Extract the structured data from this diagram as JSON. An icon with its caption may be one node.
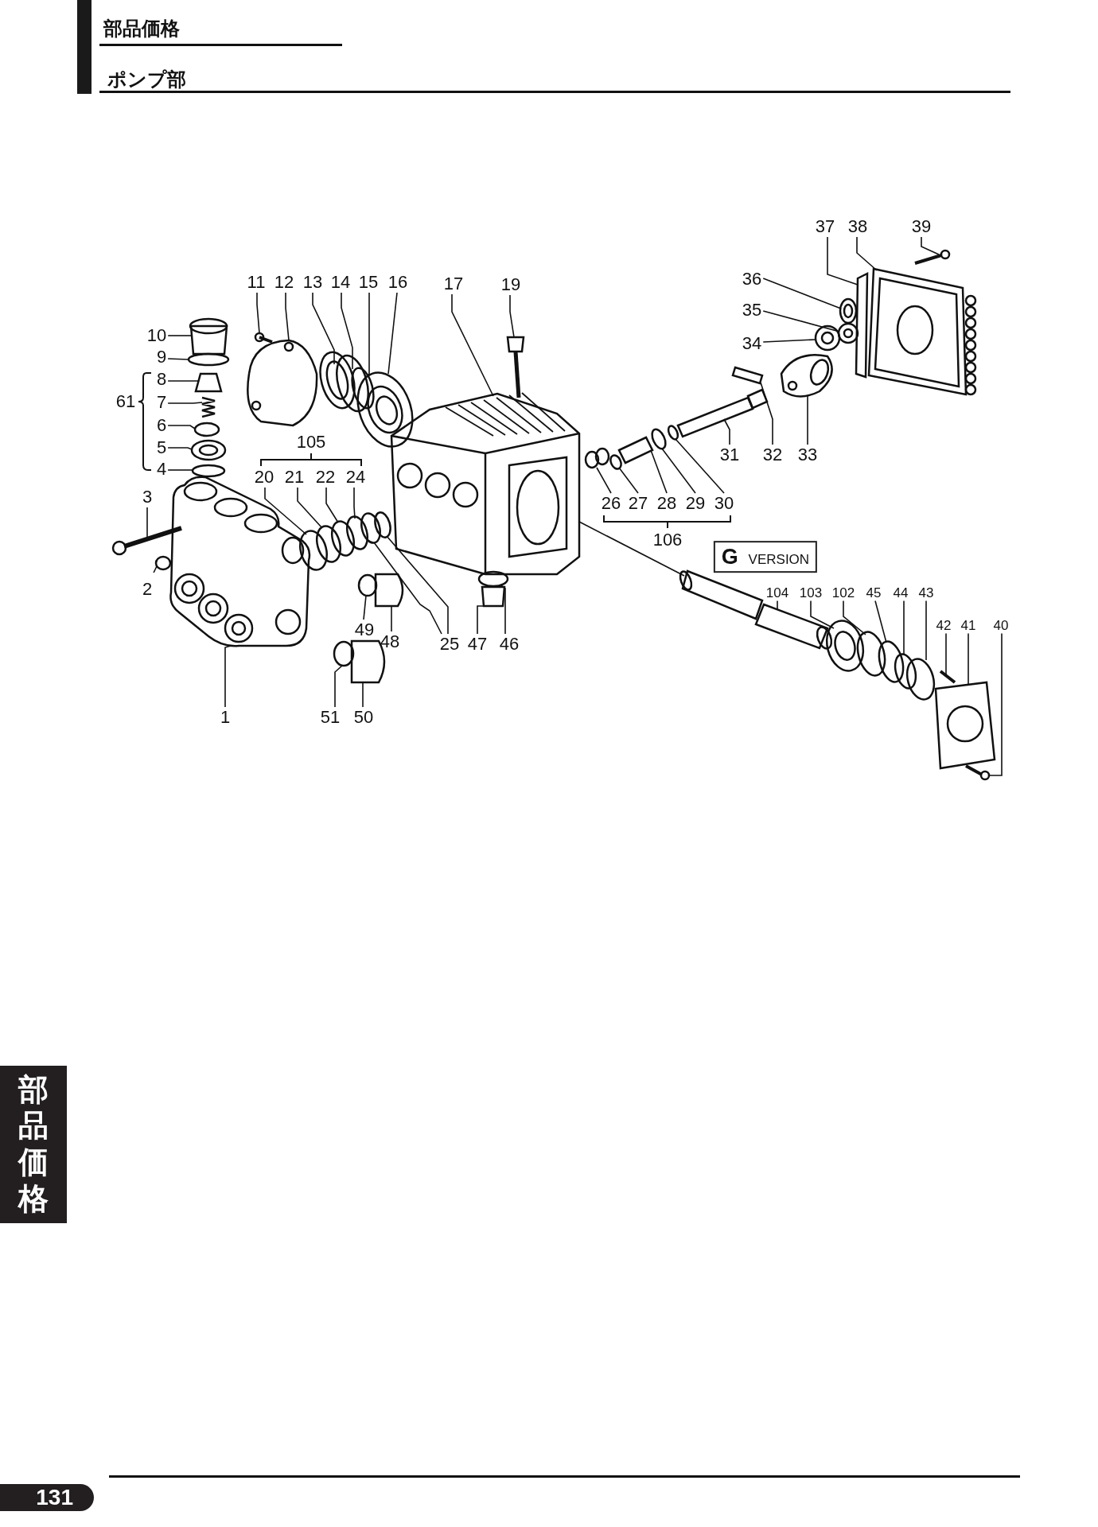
{
  "diagram": {
    "title": "ポンプ部",
    "nodes": [
      {
        "text": [
          "37"
        ]
      },
      {
        "text": [
          "38"
        ]
      },
      {
        "text": [
          "39"
        ]
      },
      {
        "text": [
          "36"
        ]
      },
      {
        "text": [
          "11"
        ]
      },
      {
        "text": [
          "12"
        ]
      },
      {
        "text": [
          "13"
        ]
      },
      {
        "text": [
          "14"
        ]
      },
      {
        "text": [
          "15"
        ]
      },
      {
        "text": [
          "16"
        ]
      },
      {
        "text": [
          "17"
        ]
      },
      {
        "text": [
          "19"
        ]
      },
      {
        "text": [
          "35"
        ]
      },
      {
        "text": [
          "10"
        ]
      },
      {
        "text": [
          "34"
        ]
      },
      {
        "text": [
          "9"
        ]
      },
      {
        "text": [
          "8"
        ]
      },
      {
        "text": [
          "7"
        ]
      },
      {
        "text": [
          "6"
        ]
      },
      {
        "text": [
          "5"
        ]
      },
      {
        "text": [
          "31"
        ]
      },
      {
        "text": [
          "32"
        ]
      },
      {
        "text": [
          "33"
        ]
      },
      {
        "text": [
          "4"
        ]
      },
      {
        "text": [
          "20"
        ]
      },
      {
        "text": [
          "21"
        ]
      },
      {
        "text": [
          "22"
        ]
      },
      {
        "text": [
          "24"
        ]
      },
      {
        "text": [
          "3"
        ]
      },
      {
        "text": [
          "26"
        ]
      },
      {
        "text": [
          "27"
        ]
      },
      {
        "text": [
          "28"
        ]
      },
      {
        "text": [
          "29"
        ]
      },
      {
        "text": [
          "30"
        ]
      },
      {
        "text": [
          "**G** VERSION"
        ]
      },
      {
        "text": [
          "2"
        ]
      },
      {
        "text": [
          "104"
        ]
      },
      {
        "text": [
          "103"
        ]
      },
      {
        "text": [
          "102"
        ]
      },
      {
        "text": [
          "45"
        ]
      },
      {
        "text": [
          "44"
        ]
      },
      {
        "text": [
          "43"
        ]
      },
      {
        "text": [
          "42"
        ]
      },
      {
        "text": [
          "41"
        ]
      },
      {
        "text": [
          "40"
        ]
      },
      {
        "text": [
          "49"
        ]
      },
      {
        "text": [
          "48"
        ]
      },
      {
        "text": [
          "25"
        ]
      },
      {
        "text": [
          "47"
        ]
      },
      {
        "text": [
          "46"
        ]
      },
      {
        "text": [
          "1"
        ]
      },
      {
        "text": [
          "51"
        ]
      },
      {
        "text": [
          "50"
        ]
      },
      {
        "text": [],
        "shape": "bar"
      },
      {
        "text": [],
        "shape": "picture"
      },
      {
        "text": [],
        "shape": "picture"
      },
      {
        "text": [],
        "shape": "circle"
      },
      {
        "text": [],
        "shape": "picture"
      },
      {
        "text": [],
        "shape": "picture"
      },
      {
        "text": [],
        "shape": "circle"
      },
      {
        "text": [],
        "shape": "circle"
      },
      {
        "text": [],
        "shape": "circle"
      },
      {
        "text": [],
        "shape": "circle"
      },
      {
        "text": [],
        "shape": "picture"
      },
      {
        "text": [],
        "shape": "picture"
      },
      {
        "text": [],
        "shape": "circle"
      },
      {
        "text": [],
        "shape": "cylinder"
      },
      {
        "text": [],
        "shape": "circle"
      },
      {
        "text": [],
        "shape": "circle"
      },
      {
        "text": [],
        "shape": "box"
      },
      {
        "text": [],
        "shape": "picture"
      },
      {
        "text": [],
        "shape": "circle"
      },
      {
        "text": [],
        "shape": "circle"
      },
      {
        "text": [],
        "shape": "bar"
      },
      {
        "text": [],
        "shape": "bar"
      },
      {
        "text": [],
        "shape": "picture"
      },
      {
        "text": [],
        "shape": "circle"
      },
      {
        "text": [],
        "shape": "circle"
      },
      {
        "text": [],
        "shape": "circle"
      },
      {
        "text": [],
        "shape": "circle"
      },
      {
        "text": [],
        "shape": "circle"
      },
      {
        "text": [],
        "shape": "picture"
      },
      {
        "text": [],
        "shape": "circle"
      },
      {
        "text": [],
        "shape": "circle"
      },
      {
        "text": [],
        "shape": "bar"
      },
      {
        "text": [],
        "shape": "circle"
      },
      {
        "text": [],
        "shape": "circle"
      },
      {
        "text": [],
        "shape": "circle"
      },
      {
        "text": [],
        "shape": "cylinder"
      },
      {
        "text": [],
        "shape": "circle"
      },
      {
        "text": [],
        "shape": "circle"
      },
      {
        "text": [],
        "shape": "circle"
      },
      {
        "text": [],
        "shape": "circle"
      },
      {
        "text": [],
        "shape": "circle"
      },
      {
        "text": [],
        "shape": "bar"
      },
      {
        "text": [],
        "shape": "picture"
      },
      {
        "text": [],
        "shape": "picture"
      },
      {
        "text": [],
        "shape": "circle"
      },
      {
        "text": [],
        "shape": "box"
      },
      {
        "text": [],
        "shape": "circle"
      },
      {
        "text": [],
        "shape": "circle"
      },
      {
        "text": [],
        "shape": "box"
      },
      {
        "text": [],
        "shape": "circle"
      },
      {
        "text": [],
        "shape": "picture"
      },
      {
        "text": [],
        "shape": "circle"
      },
      {
        "text": [],
        "shape": "box"
      },
      {
        "text": [],
        "shape": "cylinder"
      },
      {
        "text": [
          "部品価格"
        ]
      },
      {
        "text": [
          "131"
        ]
      }
    ],
    "edges": [
      {
        "from": 0,
        "to": 53,
        "arrow": "none"
      },
      {
        "from": 1,
        "to": 54,
        "arrow": "none"
      },
      {
        "from": 2,
        "to": 55,
        "arrow": "none"
      },
      {
        "from": 3,
        "to": 56,
        "arrow": "none"
      },
      {
        "from": 4,
        "to": 57,
        "arrow": "none"
      },
      {
        "from": 5,
        "to": 58,
        "arrow": "none"
      },
      {
        "from": 6,
        "to": 59,
        "arrow": "none"
      },
      {
        "from": 7,
        "to": 60,
        "arrow": "none"
      },
      {
        "from": 8,
        "to": 61,
        "arrow": "none"
      },
      {
        "from": 9,
        "to": 62,
        "arrow": "none"
      },
      {
        "from": 10,
        "to": 63,
        "arrow": "none"
      },
      {
        "from": 11,
        "to": 64,
        "arrow": "none"
      },
      {
        "from": 12,
        "to": 65,
        "arrow": "none"
      },
      {
        "from": 13,
        "to": 66,
        "arrow": "none"
      },
      {
        "from": 14,
        "to": 67,
        "arrow": "none"
      },
      {
        "from": 15,
        "to": 68,
        "arrow": "none"
      },
      {
        "from": 16,
        "to": 69,
        "arrow": "none"
      },
      {
        "from": 17,
        "to": 70,
        "arrow": "none"
      },
      {
        "from": 18,
        "to": 71,
        "arrow": "none"
      },
      {
        "from": 19,
        "to": 72,
        "arrow": "none"
      },
      {
        "from": 20,
        "to": 73,
        "arrow": "none"
      },
      {
        "from": 21,
        "to": 74,
        "arrow": "none"
      },
      {
        "from": 22,
        "to": 75,
        "arrow": "none"
      },
      {
        "from": 23,
        "to": 76,
        "arrow": "none"
      },
      {
        "from": 24,
        "to": 77,
        "arrow": "none"
      },
      {
        "from": 25,
        "to": 78,
        "arrow": "none"
      },
      {
        "from": 26,
        "to": 79,
        "arrow": "none"
      },
      {
        "from": 27,
        "to": 80,
        "arrow": "none"
      },
      {
        "from": 28,
        "to": 81,
        "arrow": "none"
      },
      {
        "from": 29,
        "to": 82,
        "arrow": "none"
      },
      {
        "from": 30,
        "to": 83,
        "arrow": "none"
      },
      {
        "from": 31,
        "to": 84,
        "arrow": "none"
      },
      {
        "from": 32,
        "to": 85,
        "arrow": "none"
      },
      {
        "from": 33,
        "to": 86,
        "arrow": "none"
      },
      {
        "from": 35,
        "to": 87,
        "arrow": "none"
      },
      {
        "from": 36,
        "to": 88,
        "arrow": "none"
      },
      {
        "from": 37,
        "to": 89,
        "arrow": "none"
      },
      {
        "from": 38,
        "to": 90,
        "arrow": "none"
      },
      {
        "from": 39,
        "to": 91,
        "arrow": "none"
      },
      {
        "from": 40,
        "to": 92,
        "arrow": "none"
      },
      {
        "from": 41,
        "to": 93,
        "arrow": "none"
      },
      {
        "from": 42,
        "to": 94,
        "arrow": "none"
      },
      {
        "from": 43,
        "to": 95,
        "arrow": "none"
      },
      {
        "from": 44,
        "to": 96,
        "arrow": "none"
      },
      {
        "from": 45,
        "to": 97,
        "arrow": "none"
      },
      {
        "from": 46,
        "to": 98,
        "arrow": "none"
      },
      {
        "from": 47,
        "to": 99,
        "arrow": "none"
      },
      {
        "from": 47,
        "to": 100,
        "arrow": "none"
      },
      {
        "from": 48,
        "to": 101,
        "arrow": "none"
      },
      {
        "from": 49,
        "to": 102,
        "arrow": "none"
      },
      {
        "from": 50,
        "to": 103,
        "arrow": "none"
      },
      {
        "from": 51,
        "to": 104,
        "arrow": "none"
      },
      {
        "from": 52,
        "to": 105,
        "arrow": "none"
      },
      {
        "from": 63,
        "to": 106,
        "arrow": "none"
      }
    ],
    "labels": [
      "部品価格",
      "61",
      "105",
      "106"
    ]
  }
}
